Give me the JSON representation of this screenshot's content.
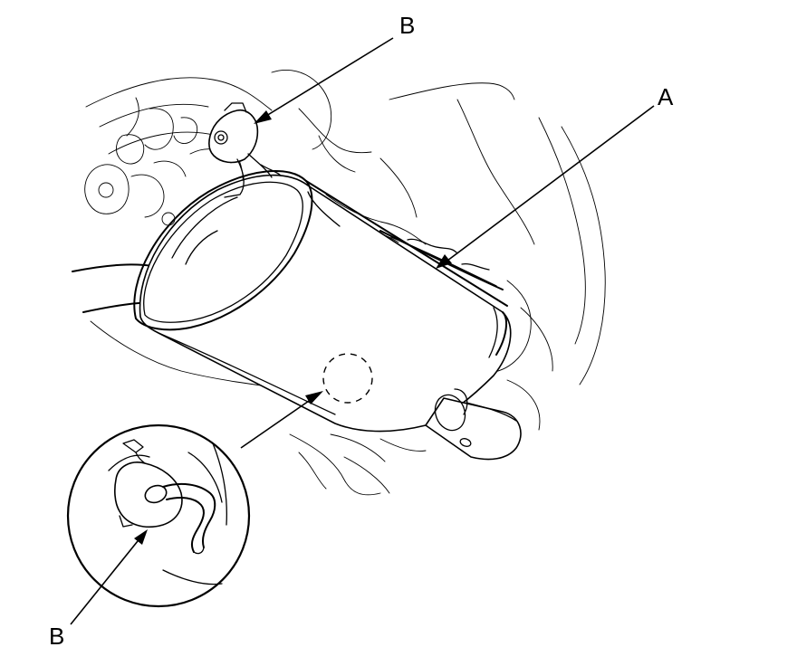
{
  "diagram": {
    "callouts": [
      {
        "id": "label-b-top",
        "text": "B"
      },
      {
        "id": "label-a",
        "text": "A"
      },
      {
        "id": "label-b-bottom",
        "text": "B"
      }
    ]
  }
}
